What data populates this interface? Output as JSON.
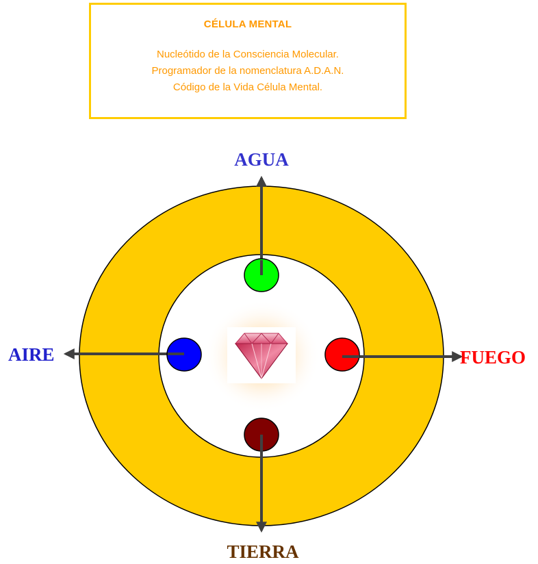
{
  "box": {
    "heading": "CÉLULA MENTAL",
    "lines": [
      "Nucleótido de la Consciencia Molecular.",
      "Programador de la nomenclatura A.D.A.N.",
      "Código de la Vida Célula Mental."
    ]
  },
  "labels": {
    "agua": "AGUA",
    "aire": "AIRE",
    "fuego": "FUEGO",
    "tierra": "TIERRA"
  },
  "colors": {
    "ring": "#FFCC00",
    "box_border": "#FFCC00",
    "box_text": "#FF9900",
    "arrow": "#404040",
    "agua_dot": "#00FF00",
    "aire_dot": "#0000FF",
    "fuego_dot": "#FF0000",
    "tierra_dot": "#800000",
    "agua_text": "#3333CC",
    "aire_text": "#2222CC",
    "fuego_text": "#FF0000",
    "tierra_text": "#663300"
  },
  "center_image": "pink-diamond"
}
